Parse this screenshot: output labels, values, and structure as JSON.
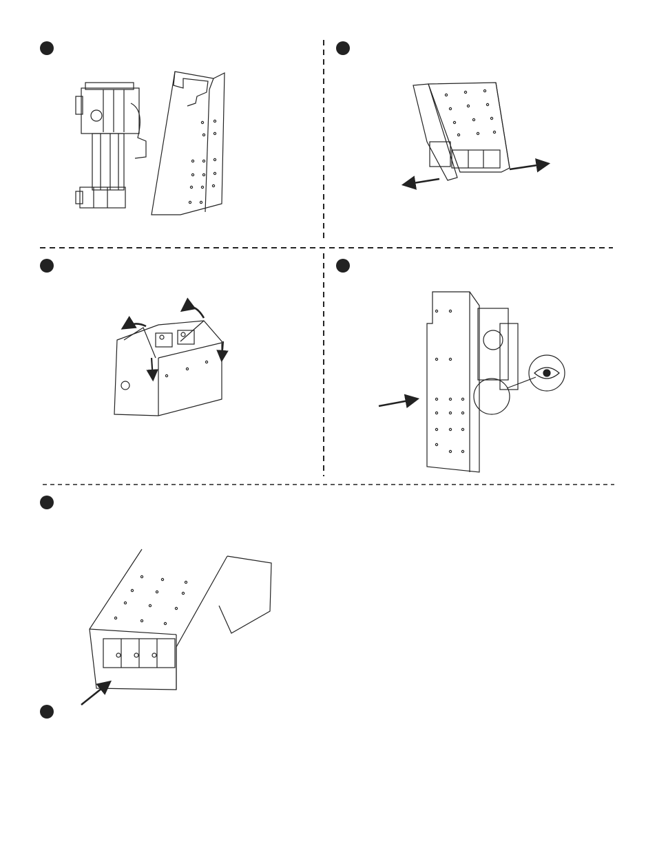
{
  "steps": [
    {
      "id": 1,
      "label": ""
    },
    {
      "id": 2,
      "label": ""
    },
    {
      "id": 3,
      "label": ""
    },
    {
      "id": 4,
      "label": ""
    },
    {
      "id": 5,
      "label": ""
    },
    {
      "id": 6,
      "label": ""
    }
  ],
  "colors": {
    "ink": "#222222",
    "paper": "#ffffff"
  }
}
